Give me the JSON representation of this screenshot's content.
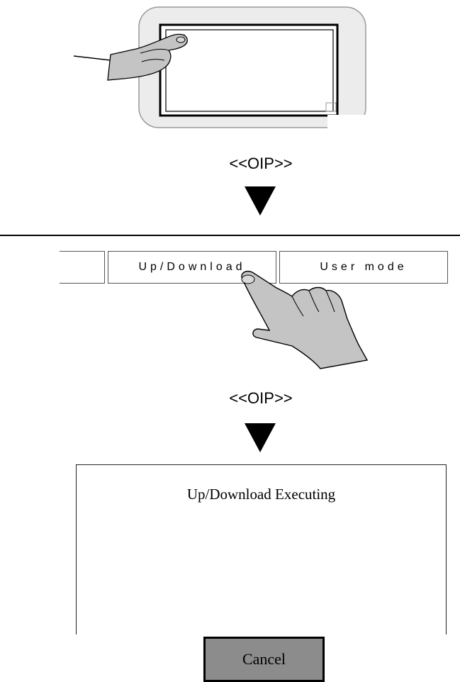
{
  "step1": {
    "caption": "<<OIP>>"
  },
  "menu": {
    "tabs": [
      {
        "label": ""
      },
      {
        "label": "Up/Download"
      },
      {
        "label": "User mode"
      }
    ]
  },
  "step2": {
    "caption": "<<OIP>>"
  },
  "dialog": {
    "message": "Up/Download Executing",
    "cancel_label": "Cancel"
  },
  "colors": {
    "hand_fill": "#c4c4c4",
    "cancel_fill": "#8c8c8c",
    "outline": "#000000"
  }
}
